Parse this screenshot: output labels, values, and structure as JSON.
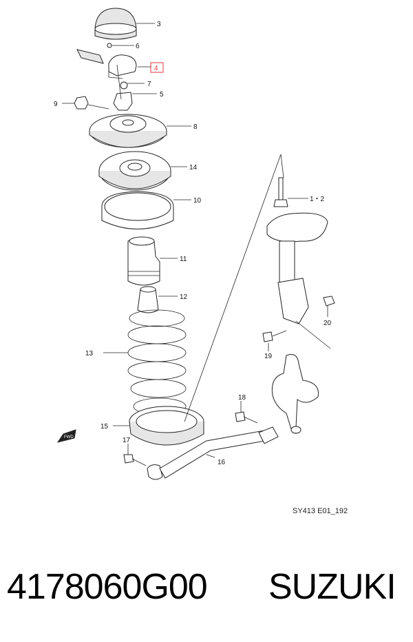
{
  "diagram": {
    "callouts": {
      "c3": "3",
      "c6": "6",
      "c4": "4",
      "c7": "7",
      "c5": "5",
      "c9": "9",
      "c8": "8",
      "c14": "14",
      "c10": "10",
      "c12_strut": "1・2",
      "c11": "11",
      "c12": "12",
      "c20": "20",
      "c13": "13",
      "c19": "19",
      "c18": "18",
      "c15": "15",
      "c17": "17",
      "c16": "16"
    },
    "highlight_color": "#e0343c",
    "diagram_code": "SY413 E01_192",
    "direction_mark": "FWD"
  },
  "footer": {
    "part_number": "4178060G00",
    "brand": "SUZUKI"
  }
}
